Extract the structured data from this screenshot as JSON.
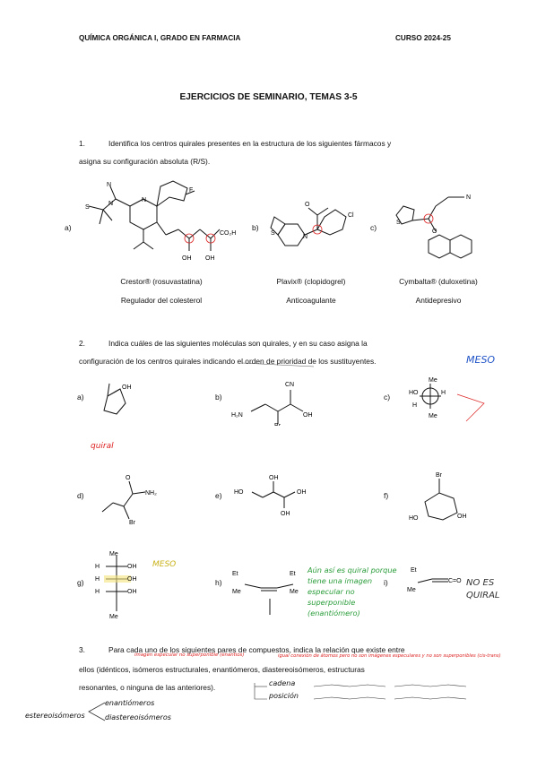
{
  "header": {
    "left": "QUÍMICA ORGÁNICA I, GRADO EN FARMACIA",
    "right": "CURSO 2024-25"
  },
  "title": "EJERCICIOS DE SEMINARIO, TEMAS 3-5",
  "q1": {
    "number": "1.",
    "line1": "Identifica los centros quirales presentes en la estructura de los siguientes fármacos y",
    "line2": "asigna su configuración absoluta (R/S).",
    "items": [
      {
        "letter": "a)",
        "name": "Crestor® (rosuvastatina)",
        "use": "Regulador del colesterol"
      },
      {
        "letter": "b)",
        "name": "Plavix® (clopidogrel)",
        "use": "Anticoagulante"
      },
      {
        "letter": "c)",
        "name": "Cymbalta® (duloxetina)",
        "use": "Antidepresivo"
      }
    ]
  },
  "q2": {
    "number": "2.",
    "line1": "Indica cuáles de las siguientes moléculas son quirales, y en su caso asigna la",
    "line2": "configuración de los centros quirales indicando el orden de prioridad de los sustituyentes.",
    "letters": [
      "a)",
      "b)",
      "c)",
      "d)",
      "e)",
      "f)",
      "g)",
      "h)",
      "i)"
    ],
    "notes": {
      "a": "quiral",
      "meso_top": "MESO",
      "meso_g": "MESO",
      "h": "Aún así es quiral porque tiene una imagen especular no superponible (enantiómero)",
      "i": "NO ES QUIRAL"
    }
  },
  "q3": {
    "number": "3.",
    "line1": "Para cada uno de los siguientes pares de compuestos, indica la relación que existe entre",
    "line2": "ellos (idénticos, isómeros estructurales, enantiómeros, diastereoisómeros, estructuras",
    "line3": "resonantes, o ninguna de las anteriores).",
    "notes": {
      "top_left": "imagen especular no superponible (enantios)",
      "top_right": "igual conexión de átomos pero no son imágenes especulares y no son superponibles (cis-trans)",
      "cadena": "cadena",
      "posicion": "posición",
      "estereo": "estereoisómeros",
      "enantio": "enantiómeros",
      "diastereo": "diastereoisómeros"
    }
  }
}
